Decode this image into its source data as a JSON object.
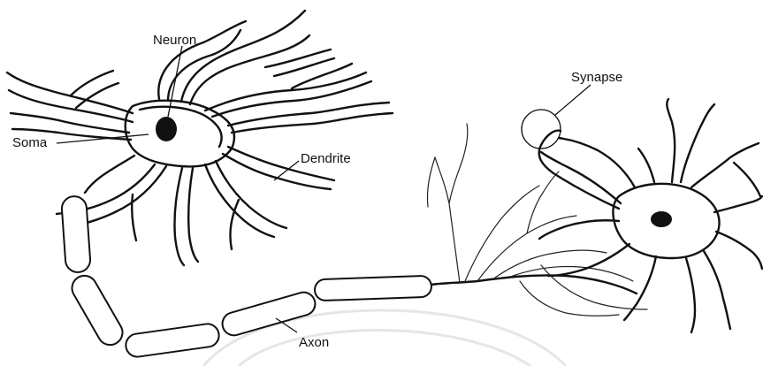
{
  "labels": {
    "neuron": "Neuron",
    "soma": "Soma",
    "dendrite": "Dendrite",
    "synapse": "Synapse",
    "axon": "Axon"
  }
}
